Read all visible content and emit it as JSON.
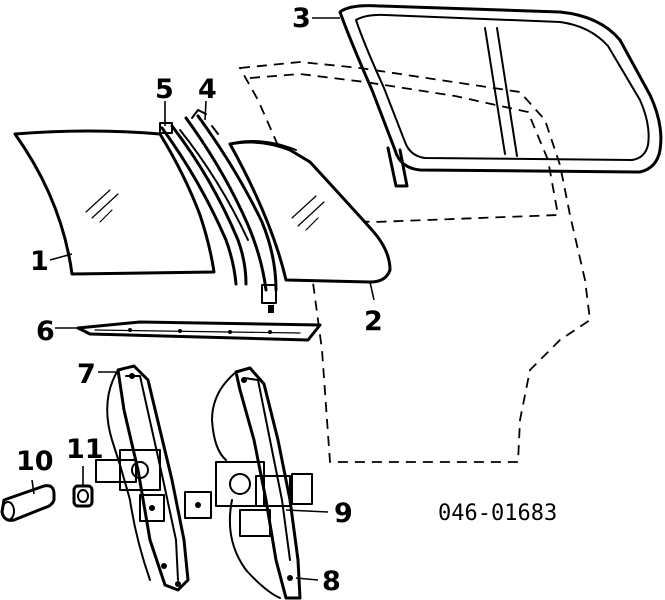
{
  "figure": {
    "part_number": "046-01683",
    "callouts": {
      "c1": "1",
      "c2": "2",
      "c3": "3",
      "c4": "4",
      "c5": "5",
      "c6": "6",
      "c7": "7",
      "c8": "8",
      "c9": "9",
      "c10": "10",
      "c11": "11"
    }
  }
}
